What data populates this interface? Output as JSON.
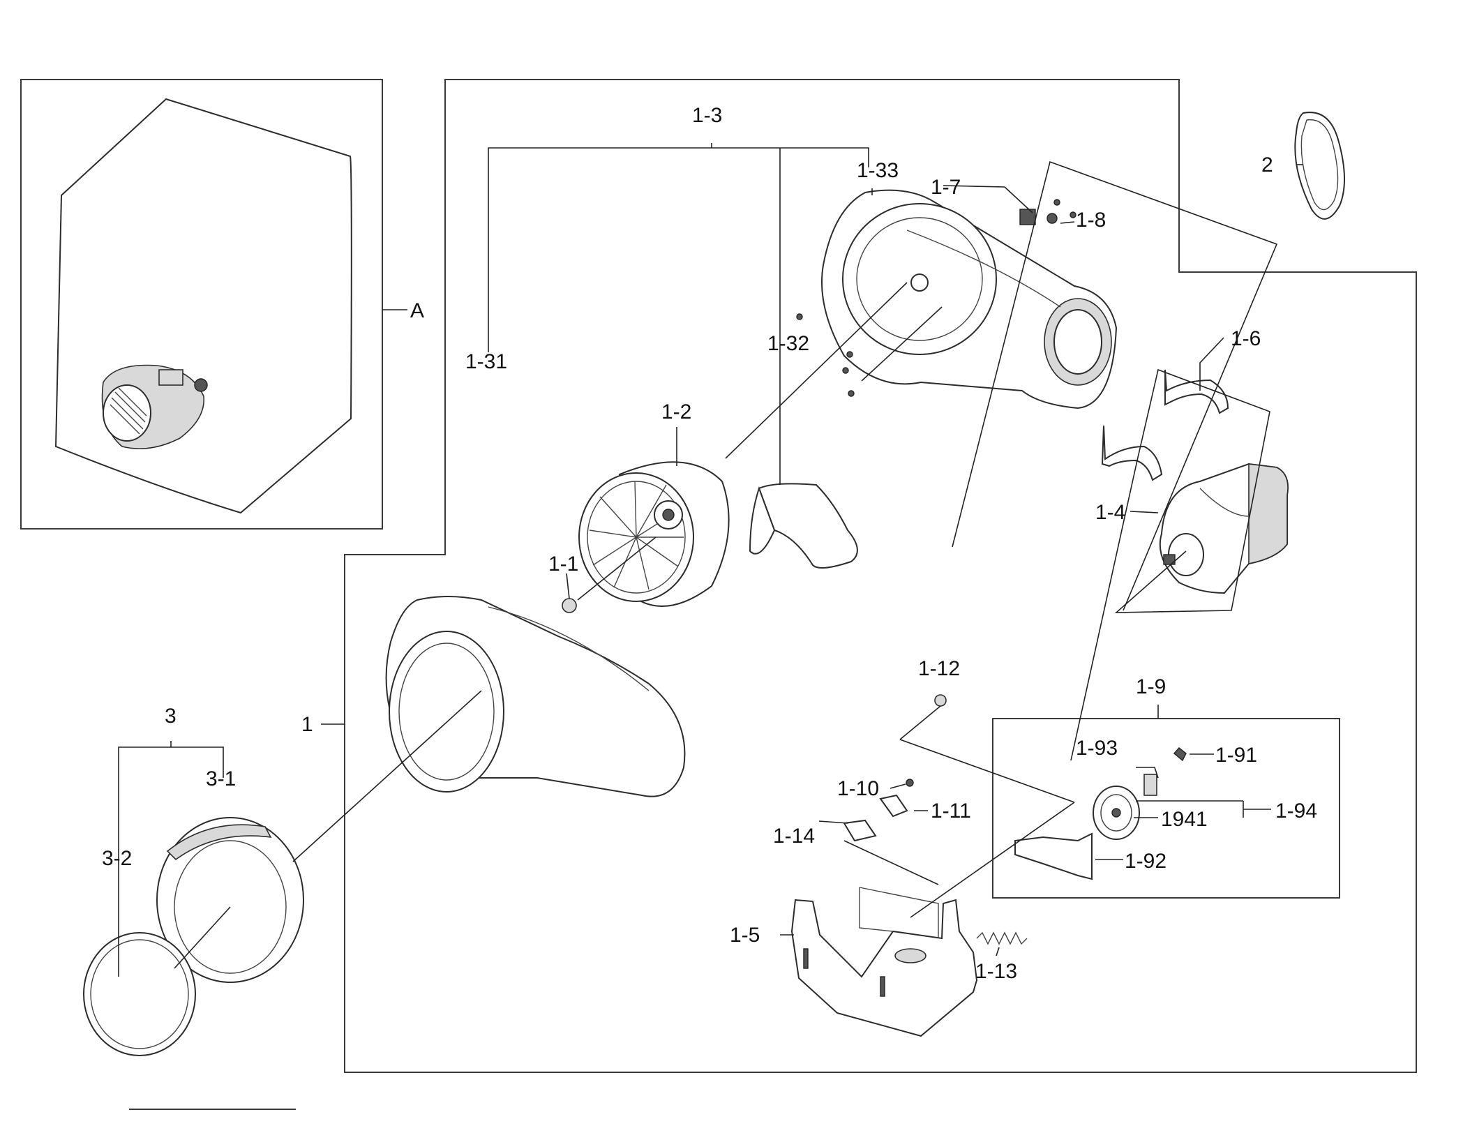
{
  "labels": {
    "A": "A",
    "p1": "1",
    "p1_1": "1-1",
    "p1_2": "1-2",
    "p1_3": "1-3",
    "p1_31": "1-31",
    "p1_32": "1-32",
    "p1_33": "1-33",
    "p1_4": "1-4",
    "p1_5": "1-5",
    "p1_6": "1-6",
    "p1_7": "1-7",
    "p1_8": "1-8",
    "p1_9": "1-9",
    "p1_91": "1-91",
    "p1_92": "1-92",
    "p1_93": "1-93",
    "p1_94": "1-94",
    "p1941": "1941",
    "p1_10": "1-10",
    "p1_11": "1-11",
    "p1_12": "1-12",
    "p1_13": "1-13",
    "p1_14": "1-14",
    "p2": "2",
    "p3": "3",
    "p3_1": "3-1",
    "p3_2": "3-2"
  },
  "colors": {
    "line": "#2c2c2c",
    "text": "#111111",
    "background": "#ffffff"
  }
}
